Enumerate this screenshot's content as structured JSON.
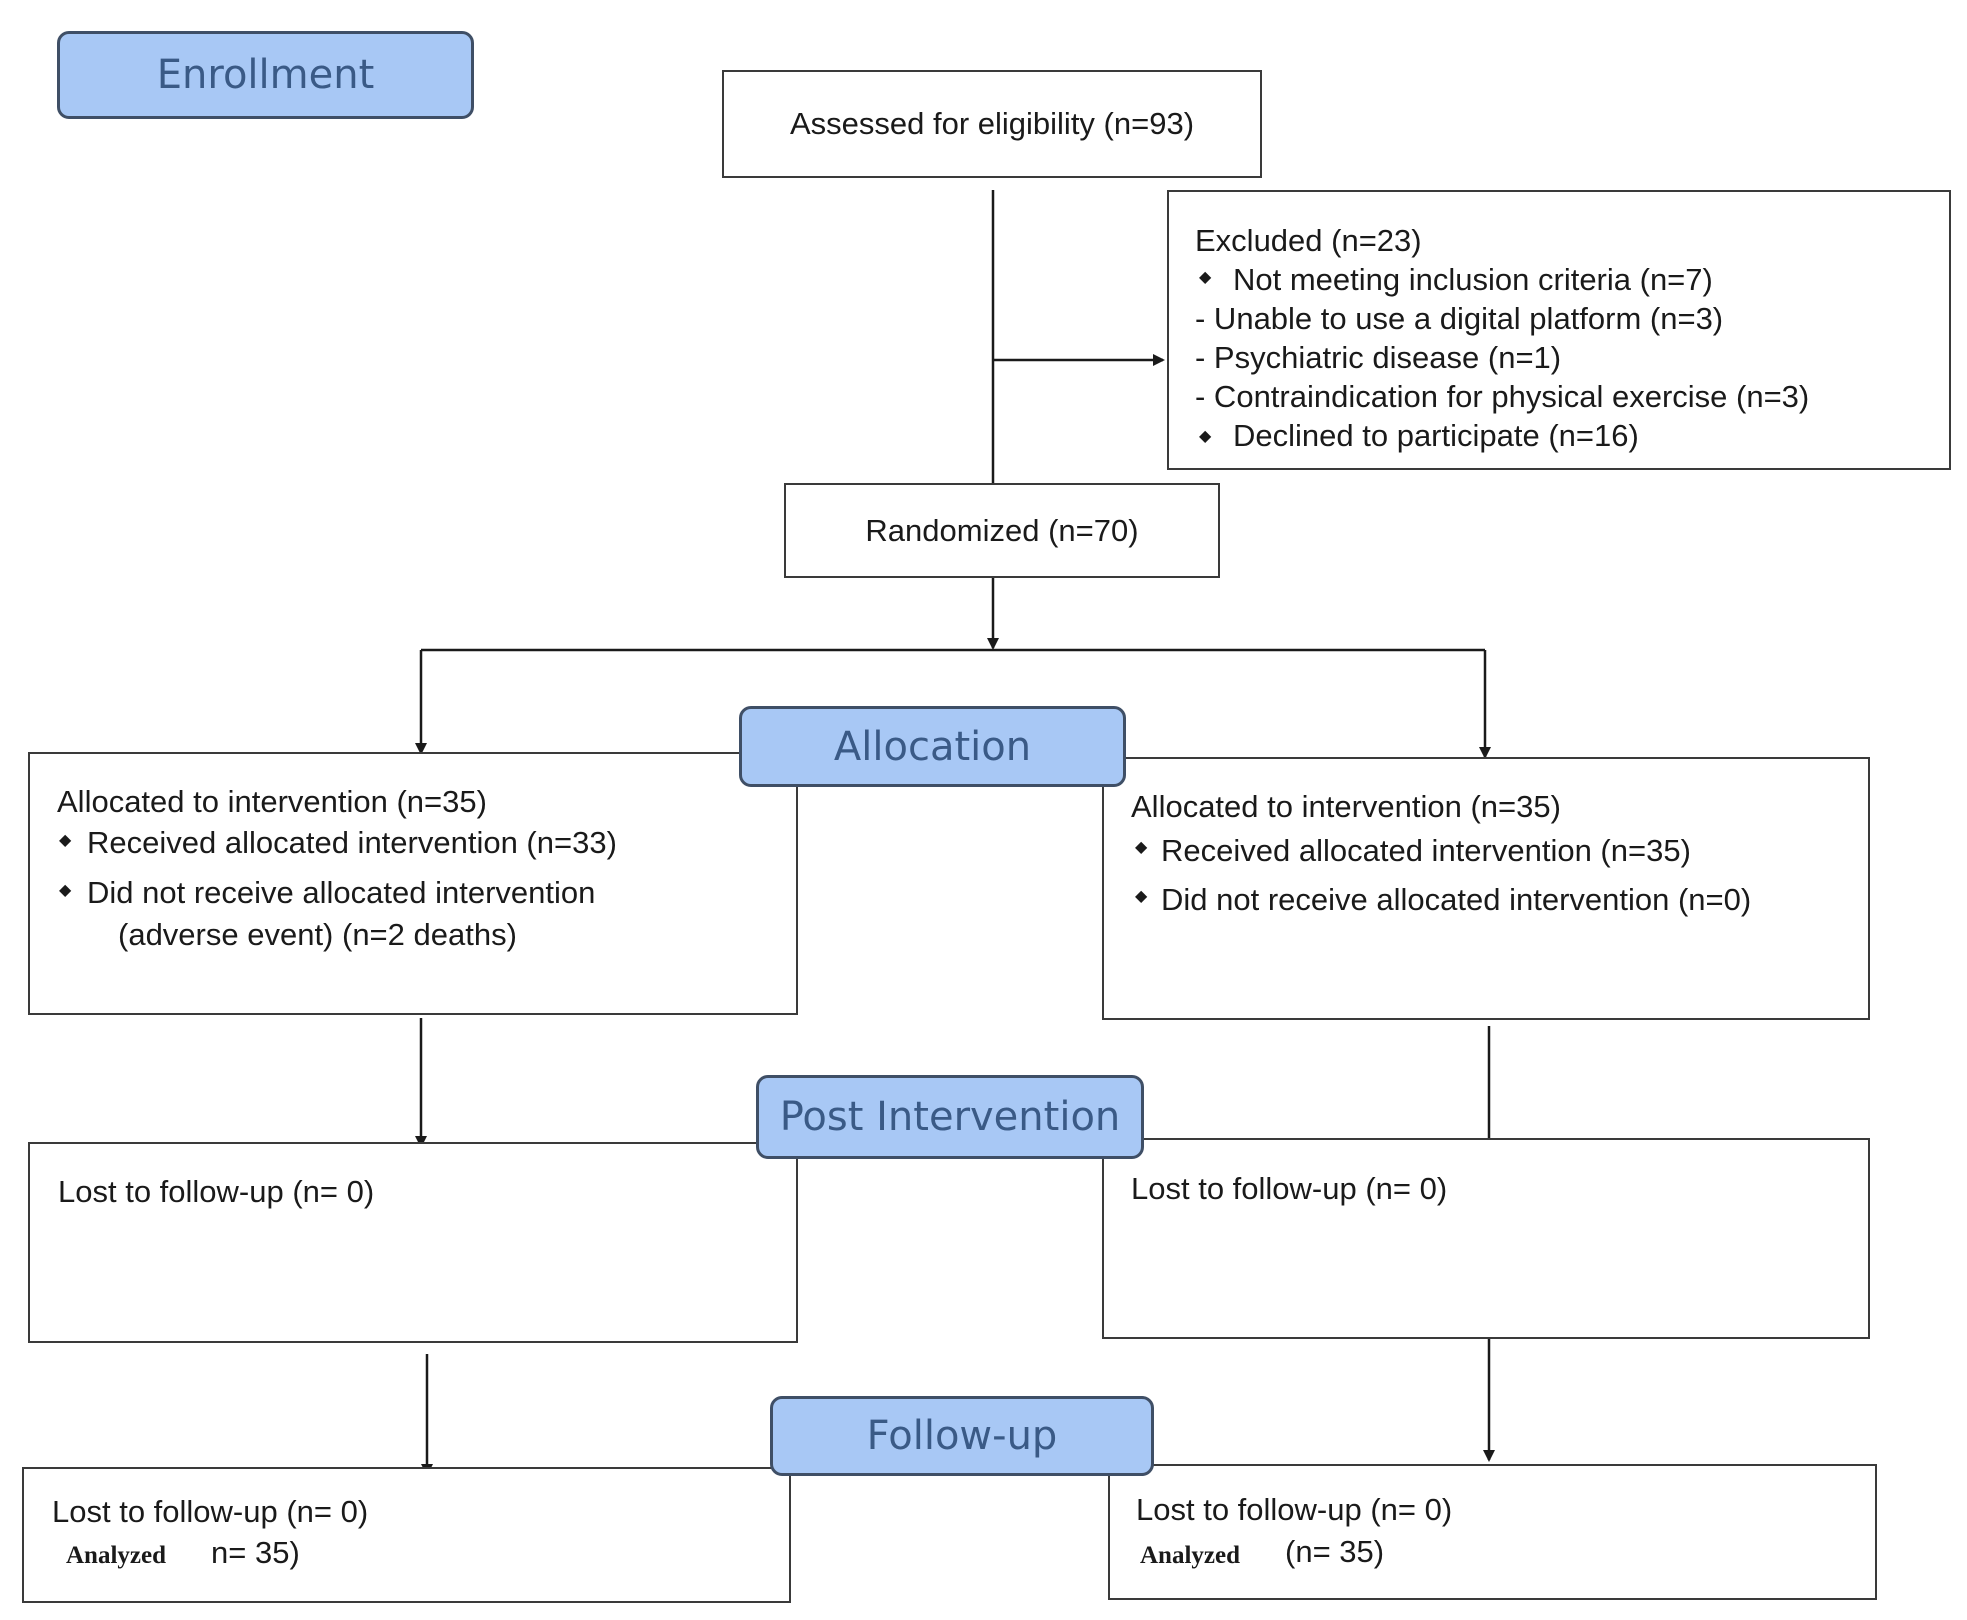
{
  "stages": {
    "enrollment": "Enrollment",
    "allocation": "Allocation",
    "post_intervention": "Post Intervention",
    "follow_up": "Follow-up"
  },
  "assessed": "Assessed for eligibility (n=93)",
  "excluded": {
    "title": "Excluded (n=23)",
    "items": [
      "Not meeting inclusion criteria (n=7)",
      "- Unable to use a digital platform (n=3)",
      "- Psychiatric disease (n=1)",
      "- Contraindication for physical exercise (n=3)",
      "Declined to participate (n=16)"
    ]
  },
  "randomized": "Randomized (n=70)",
  "allocation_left": {
    "title": "Allocated to intervention (n=35)",
    "received": "Received allocated intervention (n=33)",
    "not_received": "Did not receive allocated intervention",
    "not_received_detail": "(adverse event) (n=2 deaths)"
  },
  "allocation_right": {
    "title": "Allocated to intervention (n=35)",
    "received": "Received allocated intervention (n=35)",
    "not_received": "Did not receive allocated intervention (n=0)"
  },
  "post_left": {
    "lost": "Lost to follow-up (n= 0)"
  },
  "post_right": {
    "lost": "Lost to follow-up (n= 0)"
  },
  "follow_left": {
    "lost": "Lost to follow-up (n= 0)",
    "analyzed_label": "Analyzed",
    "analyzed_n": "n= 35)"
  },
  "follow_right": {
    "lost": "Lost to follow-up (n= 0)",
    "analyzed_label": "Analyzed",
    "analyzed_n": "(n= 35)"
  }
}
